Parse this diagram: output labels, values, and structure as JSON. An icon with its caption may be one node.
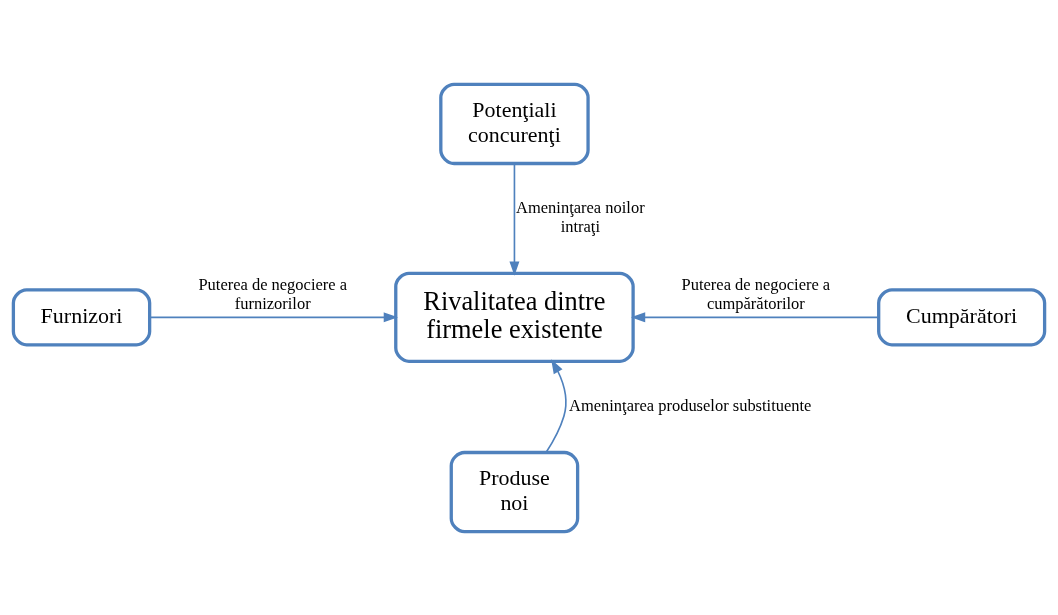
{
  "diagram": {
    "nodes": [
      {
        "text": [
          "Potenţiali concurenţi"
        ]
      },
      {
        "text": [
          "Furnizori"
        ]
      },
      {
        "text": [
          "Rivalitatea dintre firmele existente"
        ]
      },
      {
        "text": [
          "Cumpărători"
        ]
      },
      {
        "text": [
          "Produse noi"
        ]
      }
    ],
    "edges": [
      {
        "from": 0,
        "to": 2,
        "arrow": "to",
        "label": "Ameninţarea noilor intraţi"
      },
      {
        "from": 1,
        "to": 2,
        "arrow": "to",
        "label": "Puterea de negociere a furnizorilor"
      },
      {
        "from": 3,
        "to": 2,
        "arrow": "to",
        "label": "Puterea de negociere a cumpărătorilor"
      },
      {
        "from": 4,
        "to": 2,
        "arrow": "to",
        "label": "Ameninţarea produselor substituente"
      }
    ]
  }
}
